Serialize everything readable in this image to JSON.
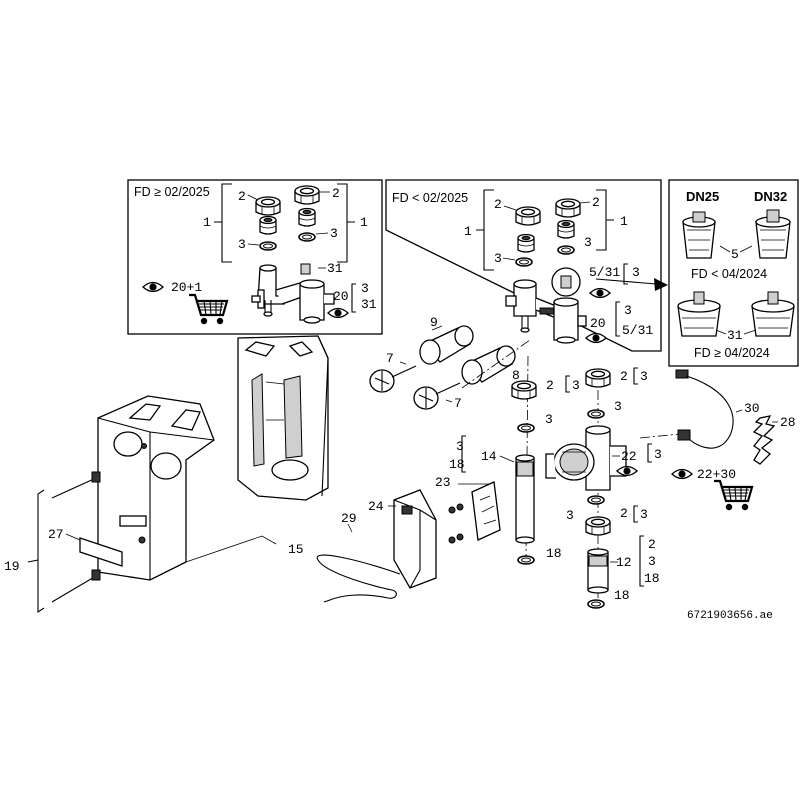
{
  "panels": {
    "left_header": "FD ≥ 02/2025",
    "middle_header": "FD < 02/2025",
    "right_dn25": "DN25",
    "right_dn32": "DN32",
    "right_fd_old": "FD < 04/2024",
    "right_fd_new": "FD ≥ 04/2024"
  },
  "callouts": {
    "p1": "1",
    "p2": "2",
    "p3": "3",
    "p5": "5",
    "p7": "7",
    "p8": "8",
    "p9": "9",
    "p12": "12",
    "p14": "14",
    "p15": "15",
    "p18": "18",
    "p19": "19",
    "p20": "20",
    "p22": "22",
    "p23": "23",
    "p24": "24",
    "p27": "27",
    "p28": "28",
    "p29": "29",
    "p30": "30",
    "p31": "31",
    "p20plus1": "20+1",
    "p22plus30": "22+30",
    "p5slash31": "5/31"
  },
  "document_id": "6721903656.ae",
  "icons": [
    "eye-icon",
    "shopping-cart-icon"
  ]
}
